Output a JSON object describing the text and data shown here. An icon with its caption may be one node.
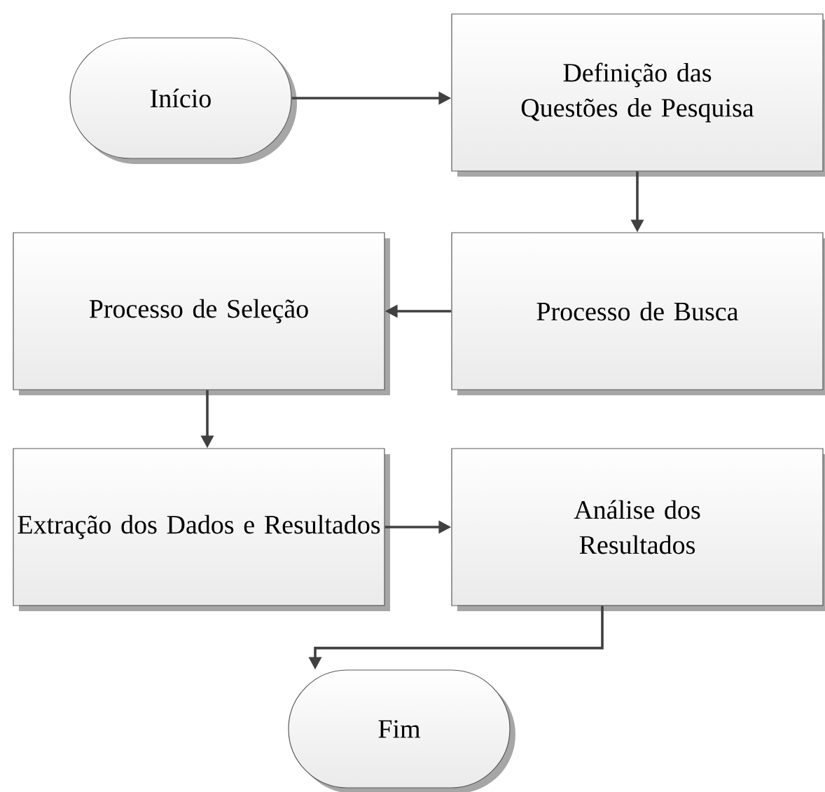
{
  "diagram": {
    "nodes": [
      {
        "text": [
          "Início"
        ]
      },
      {
        "text": [
          "Definição das Questões de Pesquisa"
        ]
      },
      {
        "text": [
          "Processo de Busca"
        ]
      },
      {
        "text": [
          "Processo de Seleção"
        ]
      },
      {
        "text": [
          "Extração dos Dados e Resultados"
        ]
      },
      {
        "text": [
          "Análise dos Resultados"
        ]
      },
      {
        "text": [
          "Fim"
        ]
      }
    ],
    "edges": [
      {
        "from": 0,
        "to": 1,
        "arrow": "to"
      },
      {
        "from": 1,
        "to": 2,
        "arrow": "to"
      },
      {
        "from": 2,
        "to": 3,
        "arrow": "to"
      },
      {
        "from": 3,
        "to": 4,
        "arrow": "to"
      },
      {
        "from": 4,
        "to": 5,
        "arrow": "to"
      },
      {
        "from": 5,
        "to": 6,
        "arrow": "to"
      }
    ]
  }
}
